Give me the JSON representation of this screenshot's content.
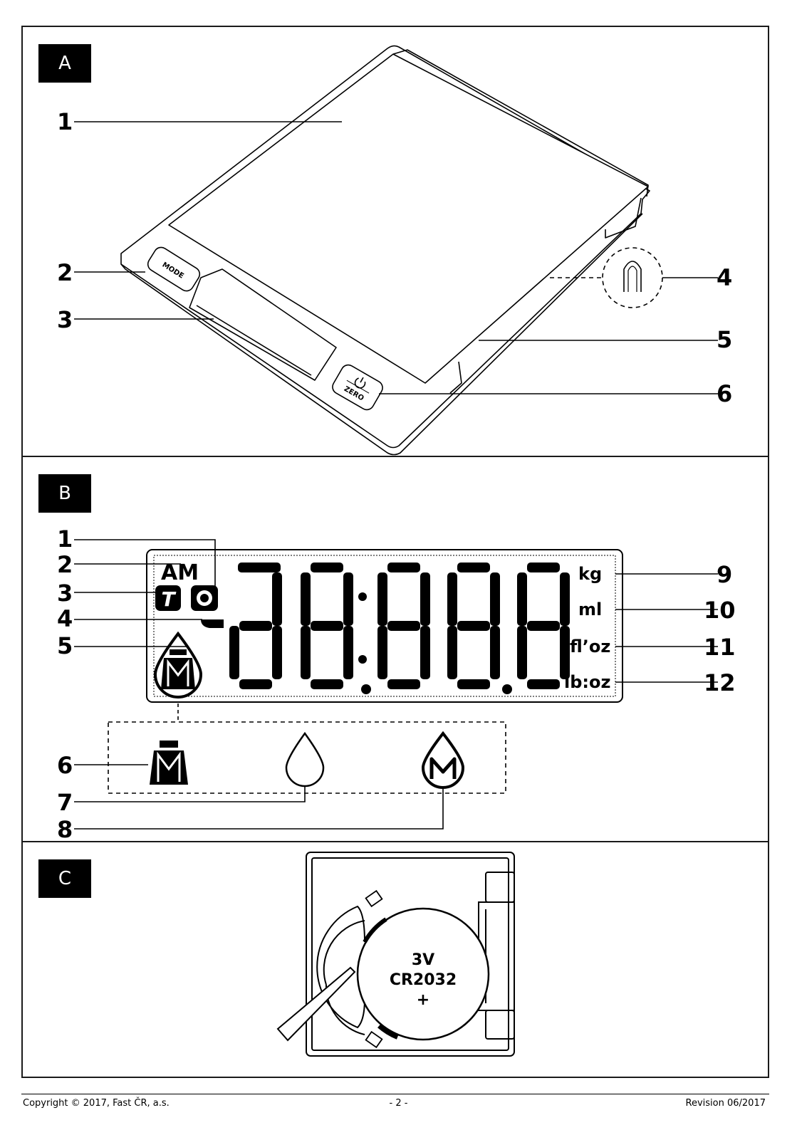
{
  "panels": {
    "a": {
      "tag": "A",
      "callouts": [
        "1",
        "2",
        "3",
        "4",
        "5",
        "6"
      ],
      "buttons": {
        "mode": "MODE",
        "zero": "ZERO",
        "power_icon": "power-icon"
      }
    },
    "b": {
      "tag": "B",
      "callouts": [
        "1",
        "2",
        "3",
        "4",
        "5",
        "6",
        "7",
        "8",
        "9",
        "10",
        "11",
        "12"
      ],
      "lcd": {
        "am": "AM",
        "t": "T",
        "units": [
          "kg",
          "ml",
          "fl’oz",
          "lb:oz"
        ],
        "icons": [
          "weight-icon",
          "drop-icon",
          "drop-memory-icon"
        ]
      }
    },
    "c": {
      "tag": "C",
      "battery": {
        "voltage": "3V",
        "model": "CR2032",
        "polarity": "+"
      }
    }
  },
  "footer": {
    "copyright": "Copyright © 2017, Fast ČR, a.s.",
    "page": "- 2 -",
    "revision": "Revision 06/2017"
  }
}
